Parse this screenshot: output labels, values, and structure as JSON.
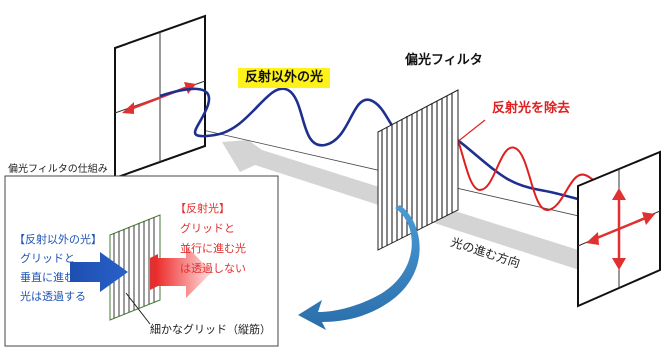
{
  "diagram": {
    "title_inset": "偏光フィルタの仕組み",
    "label_reflected_other": "反射以外の光",
    "label_filter": "偏光フィルタ",
    "label_remove_reflection": "反射光を除去",
    "label_direction": "光の進む方向",
    "inset": {
      "left_lines": [
        "【反射以外の光】",
        "グリッドと",
        "垂直に進む",
        "光は透過する"
      ],
      "right_lines": [
        "【反射光】",
        "グリッドと",
        "並行に進む光",
        "は透過しない"
      ],
      "grid_caption": "細かなグリッド（縦筋）"
    }
  },
  "colors": {
    "blue_wave": "#1f2f8f",
    "red_wave": "#e02020",
    "highlight": "#fff21a",
    "inset_blue": "#1f54b5",
    "inset_red": "#e03030",
    "curved_arrow": "#2f7fc0"
  }
}
